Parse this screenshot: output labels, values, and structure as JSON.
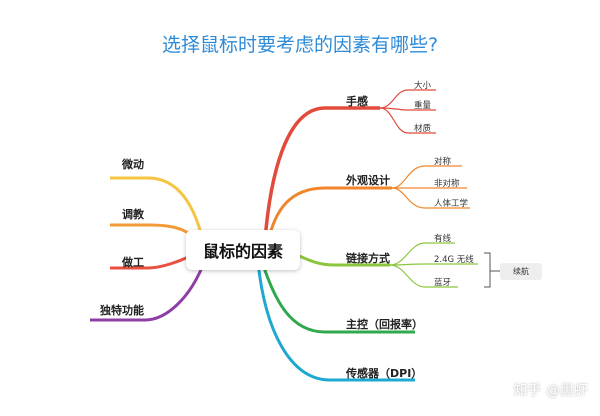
{
  "title": "选择鼠标时要考虑的因素有哪些?",
  "center": "鼠标的因素",
  "right": {
    "feel": {
      "label": "手感",
      "items": [
        "大小",
        "重量",
        "材质"
      ],
      "color": "#e24a3b"
    },
    "look": {
      "label": "外观设计",
      "items": [
        "对称",
        "非对称",
        "人体工学"
      ],
      "color": "#f0862a"
    },
    "connect": {
      "label": "链接方式",
      "items": [
        "有线",
        "2.4G 无线",
        "蓝牙"
      ],
      "note": "续航",
      "color": "#8cc63e"
    },
    "control": {
      "label": "主控（回报率）",
      "color": "#2fa84f"
    },
    "sensor": {
      "label": "传感器（DPI）",
      "color": "#1fa8cf"
    }
  },
  "left": [
    {
      "label": "微动",
      "color": "#f5c542"
    },
    {
      "label": "调教",
      "color": "#f39a36"
    },
    {
      "label": "做工",
      "color": "#e9503f"
    },
    {
      "label": "独特功能",
      "color": "#8e3fa6"
    }
  ],
  "watermark": "知乎 @黑虾"
}
